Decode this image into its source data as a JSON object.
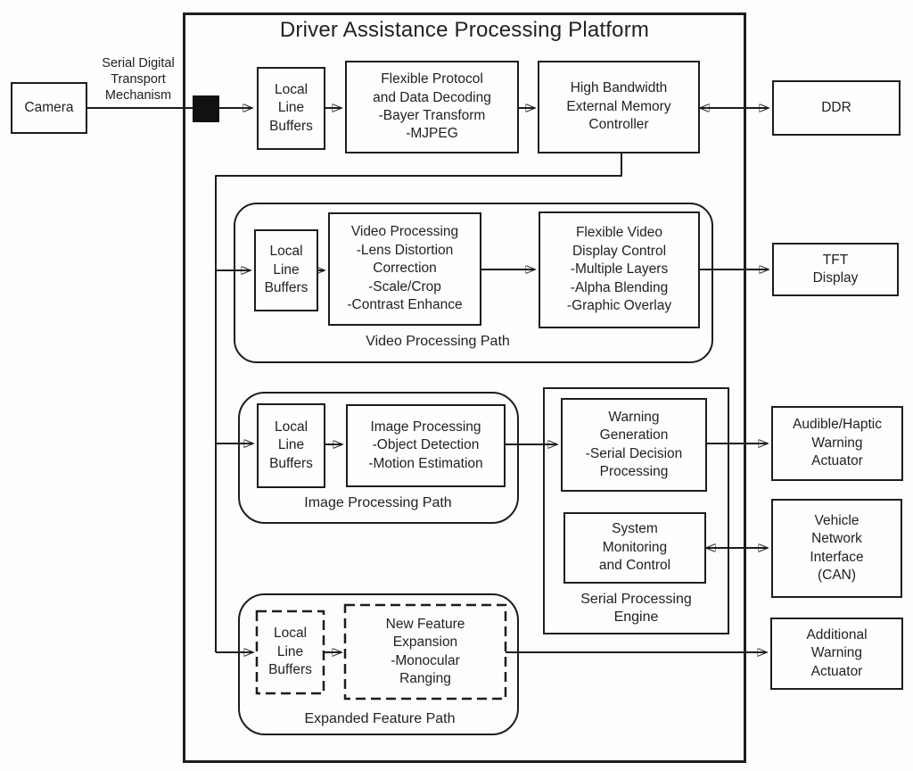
{
  "title": "Driver Assistance Processing Platform",
  "external": {
    "camera": "Camera",
    "serial_transport": "Serial Digital\nTransport\nMechanism",
    "ddr": "DDR",
    "tft_display": "TFT\nDisplay",
    "audible_haptic": "Audible/Haptic\nWarning\nActuator",
    "vehicle_network": "Vehicle\nNetwork\nInterface\n(CAN)",
    "additional_warning": "Additional\nWarning\nActuator"
  },
  "platform": {
    "local_line_buffers": "Local\nLine\nBuffers",
    "flexible_protocol": "Flexible Protocol\nand Data Decoding\n-Bayer Transform\n-MJPEG",
    "memory_controller": "High Bandwidth\nExternal Memory\nController",
    "video_path": {
      "label": "Video Processing Path",
      "local_line_buffers": "Local\nLine\nBuffers",
      "video_processing": "Video Processing\n-Lens Distortion\nCorrection\n-Scale/Crop\n-Contrast Enhance",
      "flexible_video_display": "Flexible Video\nDisplay Control\n-Multiple Layers\n-Alpha Blending\n-Graphic Overlay"
    },
    "image_path": {
      "label": "Image Processing Path",
      "local_line_buffers": "Local\nLine\nBuffers",
      "image_processing": "Image Processing\n-Object Detection\n-Motion Estimation"
    },
    "serial_engine": {
      "label": "Serial Processing\nEngine",
      "warning_generation": "Warning\nGeneration\n-Serial Decision\nProcessing",
      "system_monitoring": "System\nMonitoring\nand Control"
    },
    "expanded_path": {
      "label": "Expanded Feature Path",
      "local_line_buffers": "Local\nLine\nBuffers",
      "new_feature": "New Feature\nExpansion\n-Monocular\nRanging"
    }
  },
  "colors": {
    "line": "#1d1d1d",
    "background": "#fdfdfd",
    "box_fill": "#fefefe"
  }
}
